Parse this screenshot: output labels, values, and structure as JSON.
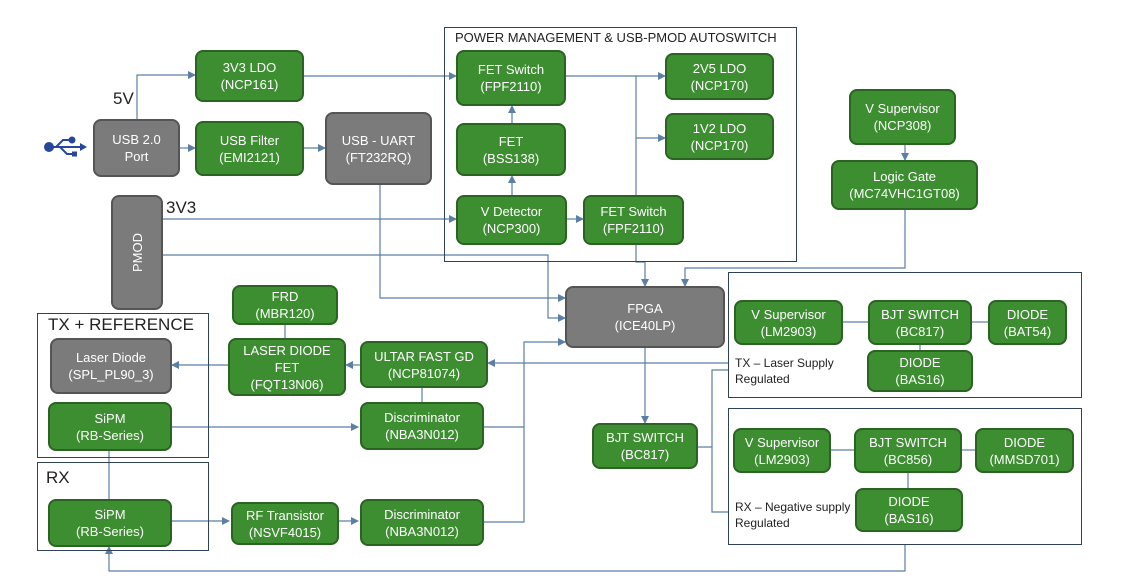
{
  "groups": {
    "power": "POWER MANAGEMENT & USB-PMOD AUTOSWITCH",
    "tx": "TX + REFERENCE",
    "rx": "RX",
    "tx_supply": [
      "TX – Laser Supply",
      "Regulated"
    ],
    "rx_supply": [
      "RX – Negative supply",
      "Regulated"
    ]
  },
  "labels": {
    "five_v": "5V",
    "three_v3": "3V3"
  },
  "icons": {
    "usb": "usb-icon"
  },
  "colors": {
    "block_green": "#3d8d31",
    "block_gray": "#7b7b7b",
    "line": "#5b7fa6",
    "frame": "#2f4258"
  },
  "blocks": {
    "ldo_3v3": [
      "3V3 LDO",
      "(NCP161)"
    ],
    "usb_port": [
      "USB 2.0",
      "Port"
    ],
    "usb_filter": [
      "USB Filter",
      "(EMI2121)"
    ],
    "usb_uart": [
      "USB - UART",
      "(FT232RQ)"
    ],
    "pmod": "PMOD",
    "fet_switch_1": [
      "FET Switch",
      "(FPF2110)"
    ],
    "fet": [
      "FET",
      "(BSS138)"
    ],
    "v_detector": [
      "V Detector",
      "(NCP300)"
    ],
    "fet_switch_2": [
      "FET Switch",
      "(FPF2110)"
    ],
    "ldo_2v5": [
      "2V5 LDO",
      "(NCP170)"
    ],
    "ldo_1v2": [
      "1V2 LDO",
      "(NCP170)"
    ],
    "v_supervisor_top": [
      "V Supervisor",
      "(NCP308)"
    ],
    "logic_gate": [
      "Logic Gate",
      "(MC74VHC1GT08)"
    ],
    "fpga": [
      "FPGA",
      "(ICE40LP)"
    ],
    "frd": [
      "FRD",
      "(MBR120)"
    ],
    "laser_diode": [
      "Laser Diode",
      "(SPL_PL90_3)"
    ],
    "laser_diode_fet": [
      "LASER DIODE",
      "FET",
      "(FQT13N06)"
    ],
    "ultra_fast_gd": [
      "ULTAR FAST GD",
      "(NCP81074)"
    ],
    "sipm_tx": [
      "SiPM",
      "(RB-Series)"
    ],
    "discriminator_tx": [
      "Discriminator",
      "(NBA3N012)"
    ],
    "sipm_rx": [
      "SiPM",
      "(RB-Series)"
    ],
    "rf_transistor": [
      "RF Transistor",
      "(NSVF4015)"
    ],
    "discriminator_rx": [
      "Discriminator",
      "(NBA3N012)"
    ],
    "bjt_switch_main": [
      "BJT SWITCH",
      "(BC817)"
    ],
    "v_supervisor_tx": [
      "V Supervisor",
      "(LM2903)"
    ],
    "bjt_switch_tx": [
      "BJT SWITCH",
      "(BC817)"
    ],
    "diode_bat54": [
      "DIODE",
      "(BAT54)"
    ],
    "diode_bas16_tx": [
      "DIODE",
      "(BAS16)"
    ],
    "v_supervisor_rx": [
      "V Supervisor",
      "(LM2903)"
    ],
    "bjt_switch_rx": [
      "BJT SWITCH",
      "(BC856)"
    ],
    "diode_mmsd701": [
      "DIODE",
      "(MMSD701)"
    ],
    "diode_bas16_rx": [
      "DIODE",
      "(BAS16)"
    ]
  }
}
